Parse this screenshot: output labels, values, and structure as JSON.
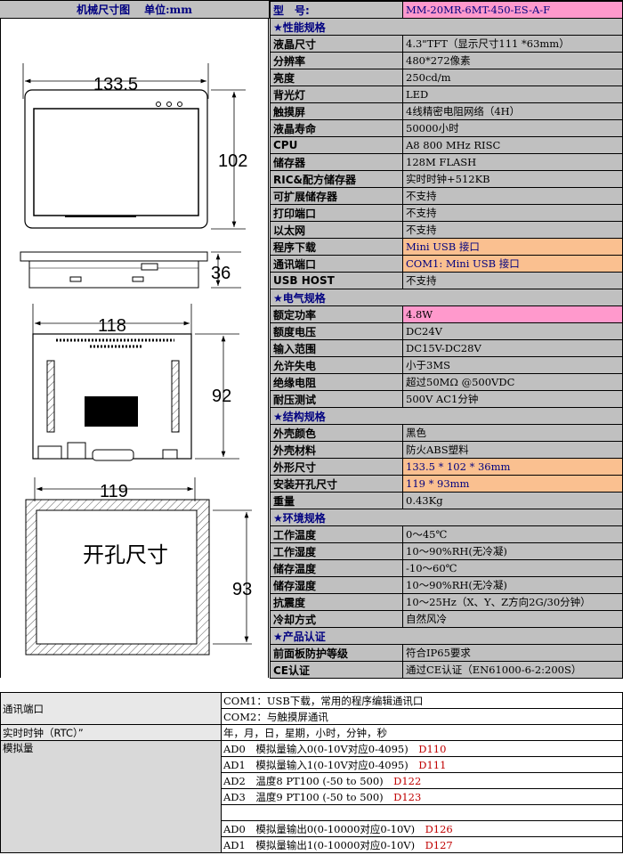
{
  "drawing": {
    "title": "机械尺寸图",
    "unit_label": "单位:mm",
    "dim_front_width": "133.5",
    "dim_front_height": "102",
    "dim_side_depth": "36",
    "dim_back_width": "118",
    "dim_back_height": "92",
    "dim_cutout_width": "119",
    "dim_cutout_height": "93",
    "cutout_label": "开孔尺寸"
  },
  "spec_rows": [
    {
      "type": "model",
      "key": "型　号:",
      "value": "MM-20MR-6MT-450-ES-A-F"
    },
    {
      "type": "section",
      "key": "★性能规格"
    },
    {
      "key": "液晶尺寸",
      "value": "4.3\"TFT（显示尺寸111 *63mm）"
    },
    {
      "key": "分辨率",
      "value": "480*272像素"
    },
    {
      "key": "亮度",
      "value": "250cd/m"
    },
    {
      "key": "背光灯",
      "value": "LED"
    },
    {
      "key": "触摸屏",
      "value": "4线精密电阻网络（4H）"
    },
    {
      "key": "液晶寿命",
      "value": "50000小时"
    },
    {
      "key": "CPU",
      "value": "A8 800 MHz RISC"
    },
    {
      "key": "储存器",
      "value": "128M FLASH"
    },
    {
      "key": "RIC&配方储存器",
      "value": "实时时钟+512KB"
    },
    {
      "key": "可扩展储存器",
      "value": "不支持"
    },
    {
      "key": "打印端口",
      "value": "不支持"
    },
    {
      "key": "以太网",
      "value": "不支持"
    },
    {
      "key": "程序下载",
      "value": "Mini USB 接口",
      "hl": "orange"
    },
    {
      "key": "通讯端口",
      "value": "COM1: Mini USB 接口",
      "hl": "orange"
    },
    {
      "key": "USB HOST",
      "value": "不支持"
    },
    {
      "type": "section",
      "key": "★电气规格"
    },
    {
      "key": "额定功率",
      "value": "4.8W",
      "hl": "pink"
    },
    {
      "key": "额度电压",
      "value": "DC24V"
    },
    {
      "key": "输入范围",
      "value": "DC15V-DC28V"
    },
    {
      "key": "允许失电",
      "value": "小于3MS"
    },
    {
      "key": "绝缘电阻",
      "value": "超过50MΩ @500VDC"
    },
    {
      "key": "耐压测试",
      "value": "500V AC1分钟"
    },
    {
      "type": "section",
      "key": "★结构规格"
    },
    {
      "key": "外壳颜色",
      "value": "黑色"
    },
    {
      "key": "外壳材料",
      "value": "防火ABS塑料"
    },
    {
      "key": "外形尺寸",
      "value": "133.5 * 102 * 36mm",
      "hl": "orange"
    },
    {
      "key": "安装开孔尺寸",
      "value": "119 * 93mm",
      "hl": "orange"
    },
    {
      "key": "重量",
      "value": "0.43Kg"
    },
    {
      "type": "section",
      "key": "★环境规格"
    },
    {
      "key": "工作温度",
      "value": "0～45℃"
    },
    {
      "key": "工作湿度",
      "value": "10～90%RH(无冷凝)"
    },
    {
      "key": "储存温度",
      "value": "-10～60℃"
    },
    {
      "key": "储存湿度",
      "value": "10～90%RH(无冷凝)"
    },
    {
      "key": "抗震度",
      "value": "10～25Hz（X、Y、Z方向2G/30分钟）"
    },
    {
      "key": "冷却方式",
      "value": "自然风冷"
    },
    {
      "type": "section",
      "key": "★产品认证"
    },
    {
      "key": "前面板防护等级",
      "value": "符合IP65要求"
    },
    {
      "key": "CE认证",
      "value": "通过CE认证（EN61000-6-2:200S）"
    }
  ],
  "io": {
    "comm_label": "通讯端口",
    "comm_line1": "COM1：USB下载，常用的程序编辑通讯口",
    "comm_line2": "COM2：与触摸屏通讯",
    "rtc_label": "实时时钟（RTC）”",
    "rtc_value": "年，月，日，星期，小时，分钟，秒",
    "analog_label": "模拟量",
    "analog_rows": [
      {
        "text": "AD0　模拟量输入0(0-10V对应0-4095)",
        "reg": "D110"
      },
      {
        "text": "AD1　模拟量输入1(0-10V对应0-4095)",
        "reg": "D111"
      },
      {
        "text": "AD2　温度8 PT100 (-50 to 500)",
        "reg": "D122"
      },
      {
        "text": "AD3　温度9 PT100 (-50 to 500)",
        "reg": "D123"
      },
      {
        "text": "",
        "reg": ""
      },
      {
        "text": "AD0　模拟量输出0(0-10000对应0-10V)",
        "reg": "D126"
      },
      {
        "text": "AD1　模拟量输出1(0-10000对应0-10V)",
        "reg": "D127"
      }
    ]
  }
}
